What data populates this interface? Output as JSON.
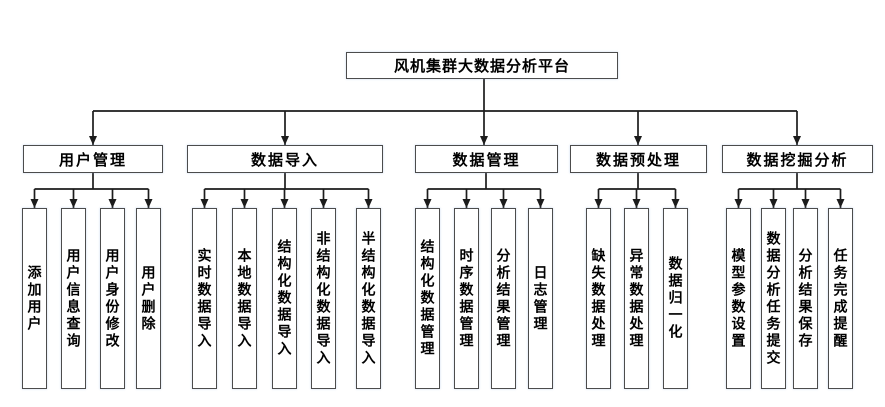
{
  "diagram": {
    "root": {
      "label": "风机集群大数据分析平台"
    },
    "groups": [
      {
        "label": "用户管理",
        "children": [
          "添加用户",
          "用户信息查询",
          "用户身份修改",
          "用户删除"
        ]
      },
      {
        "label": "数据导入",
        "children": [
          "实时数据导入",
          "本地数据导入",
          "结构化数据导入",
          "非结构化数据导入",
          "半结构化数据导入"
        ]
      },
      {
        "label": "数据管理",
        "children": [
          "结构化数据管理",
          "时序数据管理",
          "分析结果管理",
          "日志管理"
        ]
      },
      {
        "label": "数据预处理",
        "children": [
          "缺失数据处理",
          "异常数据处理",
          "数据归一化"
        ]
      },
      {
        "label": "数据挖掘分析",
        "children": [
          "模型参数设置",
          "数据分析任务提交",
          "分析结果保存",
          "任务完成提醒"
        ]
      }
    ],
    "colors": {
      "line": "#1c1c1c",
      "box_border": "#4c4c4c",
      "text": "#000000",
      "background": "#ffffff"
    }
  }
}
